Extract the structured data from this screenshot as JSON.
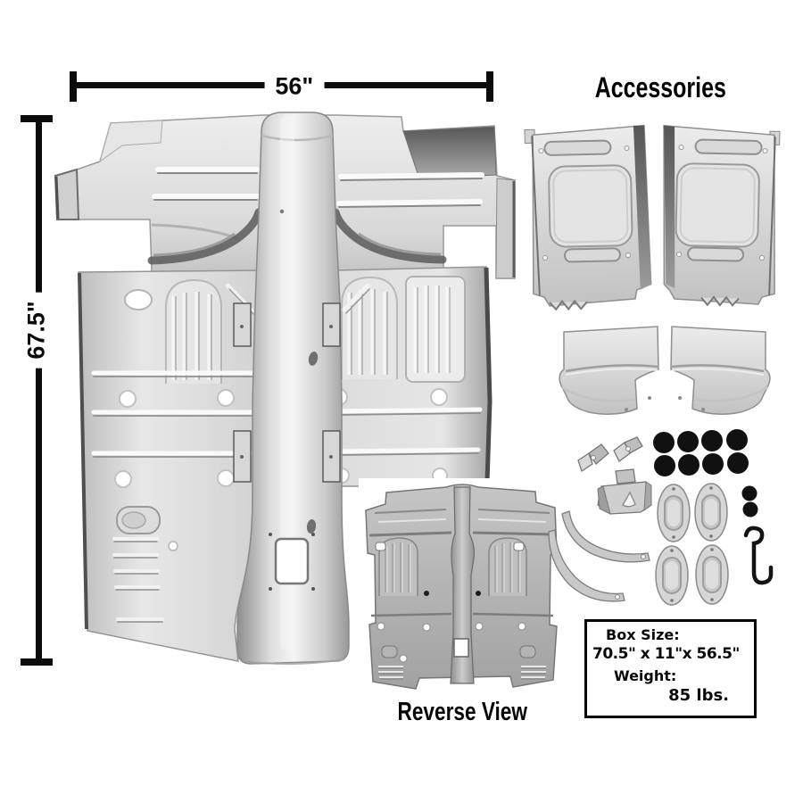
{
  "dimensions": {
    "width": "56\"",
    "height": "67.5\""
  },
  "accessories": {
    "title": "Accessories"
  },
  "reverse_view": {
    "label": "Reverse View"
  },
  "info_box": {
    "size_label": "Box Size:",
    "size_value": "70.5\" x 11\"x 56.5\"",
    "weight_label": "Weight:",
    "weight_value": "85 lbs."
  },
  "images": {
    "main": "full-floor-pan-assembly-photo",
    "reverse": "floor-pan-underside-photo",
    "accessory_parts": [
      "torque-box-panel-left",
      "torque-box-panel-right",
      "seat-riser-panel-left",
      "seat-riser-panel-right",
      "z-mounting-brackets",
      "seat-belt-anchor-bracket",
      "rubber-plugs-large-set-of-8",
      "rubber-plugs-small-set-of-2",
      "drain-plug-covers-set-of-4",
      "curved-support-braces",
      "s-hook"
    ]
  },
  "colors": {
    "background": "#ffffff",
    "annotation_black": "#0c0c0c",
    "metal_light": "#efefef",
    "metal_mid": "#c9c9c9",
    "metal_shadow": "#8e8e8e"
  }
}
